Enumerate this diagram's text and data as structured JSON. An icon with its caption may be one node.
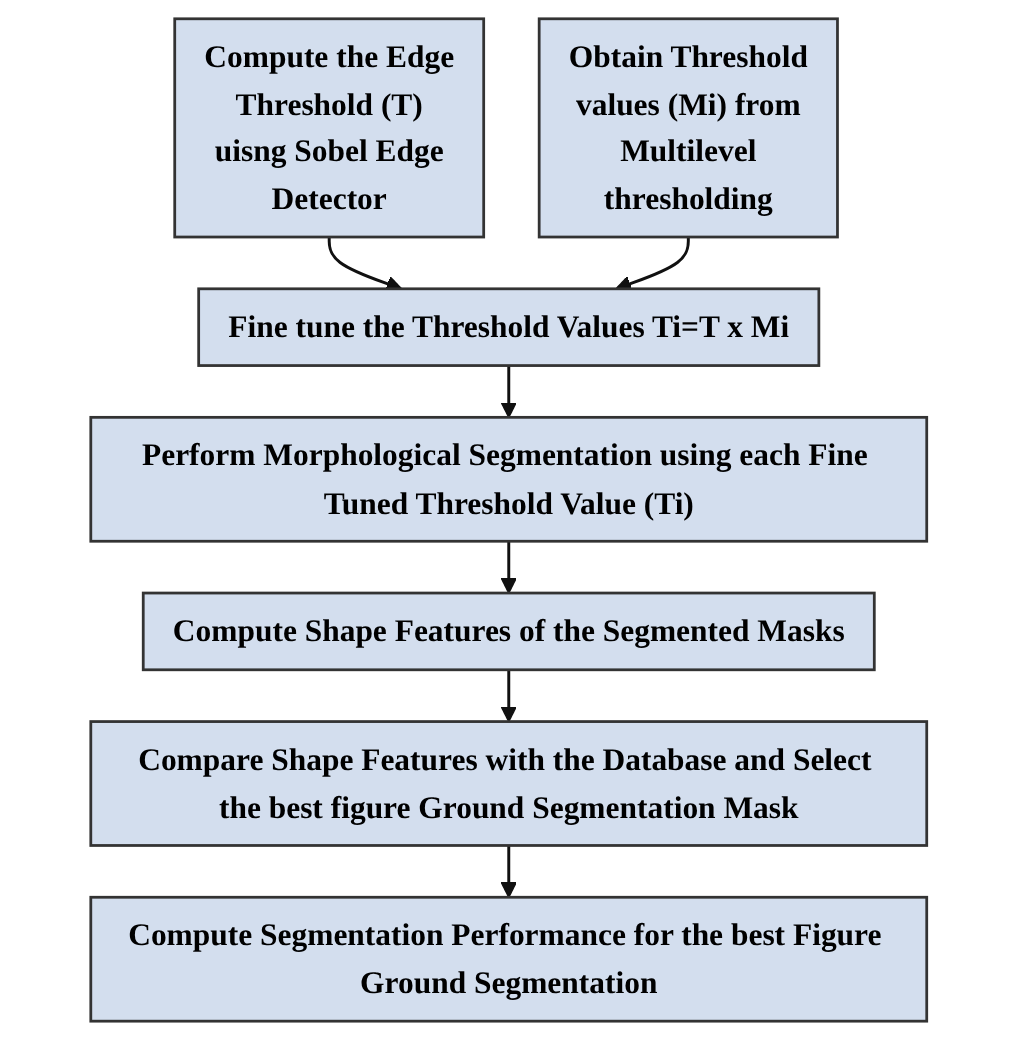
{
  "diagram": {
    "nodes": [
      {
        "text": [
          "Compute the Edge Threshold (T) uisng Sobel Edge Detector"
        ]
      },
      {
        "text": [
          "Obtain Threshold values (Mi) from Multilevel thresholding"
        ]
      },
      {
        "text": [
          "Fine tune the Threshold Values Ti=T x Mi"
        ]
      },
      {
        "text": [
          "Perform Morphological Segmentation using each Fine Tuned Threshold Value (Ti)"
        ]
      },
      {
        "text": [
          "Compute Shape Features of the Segmented Masks"
        ]
      },
      {
        "text": [
          "Compare Shape Features with the Database and Select the best figure Ground Segmentation Mask"
        ]
      },
      {
        "text": [
          "Compute Segmentation Performance for the best Figure Ground Segmentation"
        ]
      }
    ],
    "edges": [
      {
        "from": 0,
        "to": 2,
        "arrow": "to"
      },
      {
        "from": 1,
        "to": 2,
        "arrow": "to"
      },
      {
        "from": 2,
        "to": 3,
        "arrow": "to"
      },
      {
        "from": 3,
        "to": 4,
        "arrow": "to"
      },
      {
        "from": 4,
        "to": 5,
        "arrow": "to"
      },
      {
        "from": 5,
        "to": 6,
        "arrow": "to"
      }
    ]
  }
}
